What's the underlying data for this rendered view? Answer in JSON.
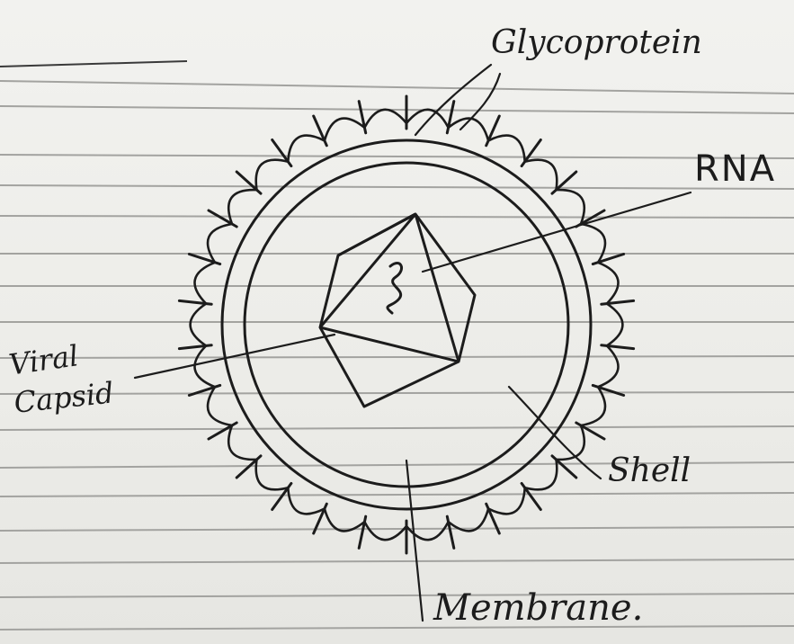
{
  "labels": {
    "glycoprotein": "Glycoprotein",
    "rna": "RNA",
    "viral": "Viral",
    "capsid": "Capsid",
    "shell": "Shell",
    "membrane": "Membrane."
  },
  "colors": {
    "paper": "#ededea",
    "ruled_line": "#a3a3a0",
    "ink": "#1c1c1c"
  }
}
